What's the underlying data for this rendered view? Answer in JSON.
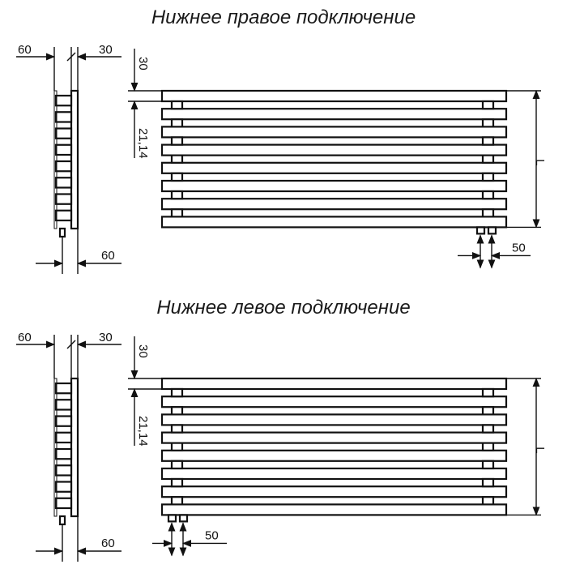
{
  "diagrams": [
    {
      "title": "Нижнее правое подключение",
      "side": {
        "width_top": "60",
        "depth_top": "30",
        "bottom": "60"
      },
      "front": {
        "tube_height": "30",
        "pitch": "21,14",
        "height_label": "L",
        "pipe_spacing": "50"
      },
      "connection": "right"
    },
    {
      "title": "Нижнее левое подключение",
      "side": {
        "width_top": "60",
        "depth_top": "30",
        "bottom": "60"
      },
      "front": {
        "tube_height": "30",
        "pitch": "21,14",
        "height_label": "L",
        "pipe_spacing": "50"
      },
      "connection": "left"
    }
  ]
}
